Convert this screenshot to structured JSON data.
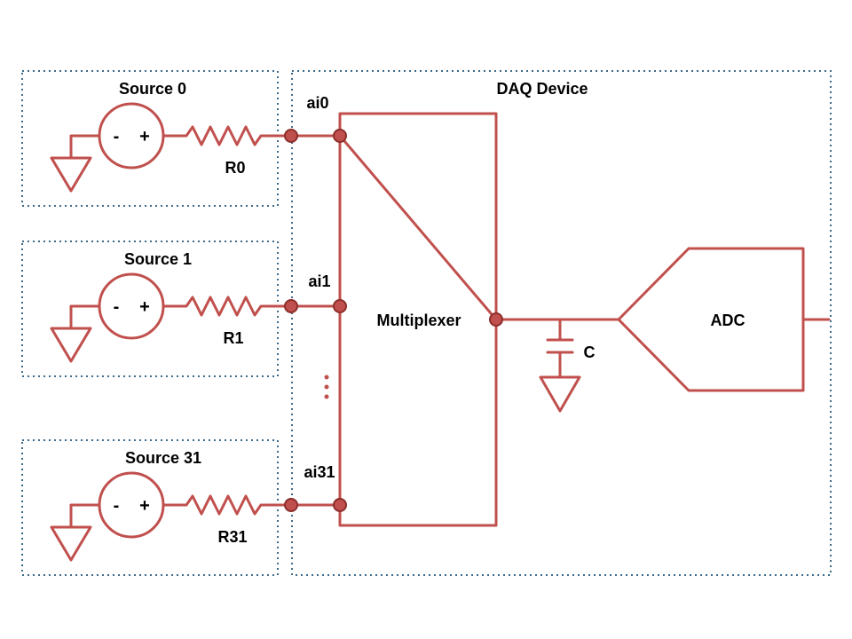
{
  "sources": [
    {
      "title": "Source 0",
      "resistor": "R0",
      "minus": "-",
      "plus": "+",
      "input": "ai0"
    },
    {
      "title": "Source 1",
      "resistor": "R1",
      "minus": "-",
      "plus": "+",
      "input": "ai1"
    },
    {
      "title": "Source 31",
      "resistor": "R31",
      "minus": "-",
      "plus": "+",
      "input": "ai31"
    }
  ],
  "daq": {
    "title": "DAQ Device",
    "multiplexer_label": "Multiplexer",
    "capacitor_label": "C",
    "adc_label": "ADC"
  },
  "colors": {
    "wire": "#c0504d",
    "box_border": "#3e6a8a"
  }
}
